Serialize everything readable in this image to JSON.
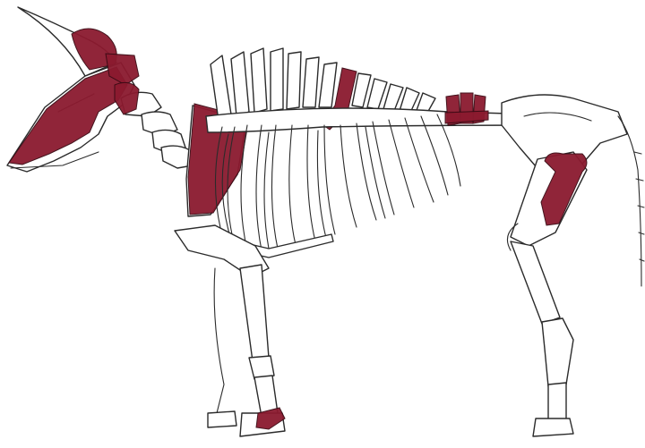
{
  "figure": {
    "subject": "",
    "highlight_color": "#8b1a2f",
    "highlighted_regions": [
      "skull-and-horn-core",
      "atlas-axis",
      "scapula",
      "thoracic-spinous-process",
      "lumbar-vertebrae",
      "femur",
      "forelimb-phalanx"
    ]
  }
}
